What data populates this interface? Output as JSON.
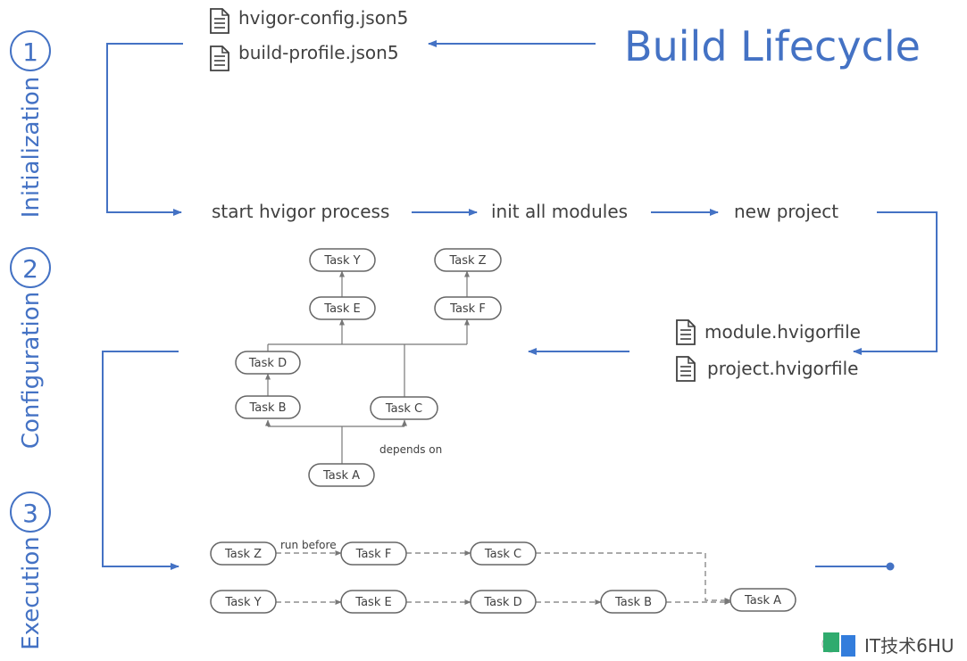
{
  "title": "Build Lifecycle",
  "colors": {
    "blue": "#4472c4",
    "gray": "#666666",
    "text": "#404040"
  },
  "phases": [
    {
      "number": "1",
      "label": "Initialization"
    },
    {
      "number": "2",
      "label": "Configuration"
    },
    {
      "number": "3",
      "label": "Execution"
    }
  ],
  "config_files": [
    "hvigor-config.json5",
    "build-profile.json5"
  ],
  "hvigor_files": [
    "module.hvigorfile",
    "project.hvigorfile"
  ],
  "init_steps": [
    "start hvigor process",
    "init all modules",
    "new project"
  ],
  "config_graph": {
    "tasks": {
      "y": "Task Y",
      "z": "Task Z",
      "e": "Task E",
      "f": "Task F",
      "d": "Task D",
      "b": "Task B",
      "c": "Task C",
      "a": "Task A"
    },
    "annotation": "depends on"
  },
  "execution_graph": {
    "row1": [
      "Task Z",
      "Task F",
      "Task C"
    ],
    "row2": [
      "Task Y",
      "Task E",
      "Task D",
      "Task B"
    ],
    "final": "Task A",
    "annotation": "run before"
  },
  "watermark": "IT技术6HU"
}
